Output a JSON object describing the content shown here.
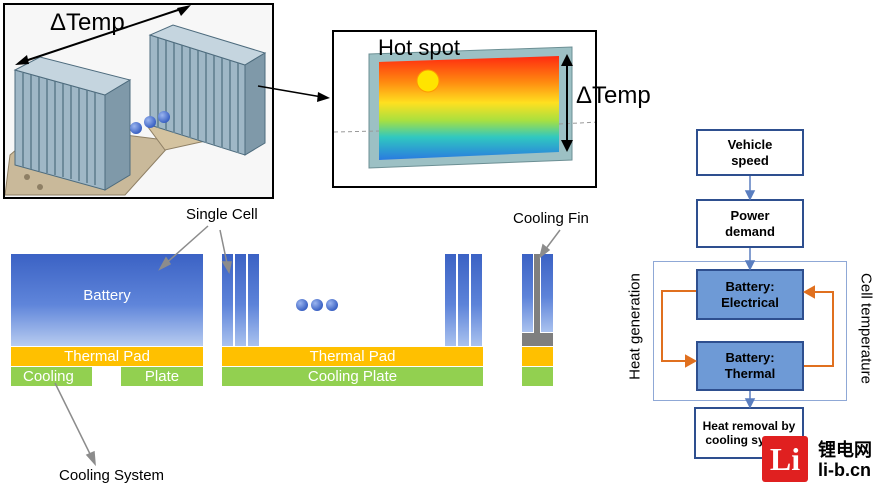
{
  "top": {
    "delta_temp_left": "ΔTemp",
    "hot_spot": "Hot spot",
    "delta_temp_right": "ΔTemp"
  },
  "cross_section": {
    "single_cell": "Single Cell",
    "cooling_fin": "Cooling Fin",
    "battery": "Battery",
    "thermal_pad_left": "Thermal Pad",
    "cooling_left": "Cooling",
    "plate_left": "Plate",
    "thermal_pad_mid": "Thermal Pad",
    "cooling_plate_mid": "Cooling Plate",
    "cooling_system": "Cooling System"
  },
  "flowchart": {
    "vehicle_speed": "Vehicle speed",
    "power_demand": "Power demand",
    "battery_electrical": "Battery: Electrical",
    "battery_thermal": "Battery: Thermal",
    "heat_removal": "Heat removal by cooling system",
    "heat_generation": "Heat generation",
    "cell_temperature": "Cell temperature"
  },
  "watermark": {
    "logo_letters": "Li",
    "site_cn": "锂电网",
    "site_url": "li-b.cn"
  },
  "colors": {
    "thermal_pad": "#ffc000",
    "cooling_plate": "#92d050",
    "battery": "#4a72cc",
    "flow_border": "#2e4f8f",
    "loop_arrow": "#e0701f",
    "logo_red": "#e02020"
  }
}
